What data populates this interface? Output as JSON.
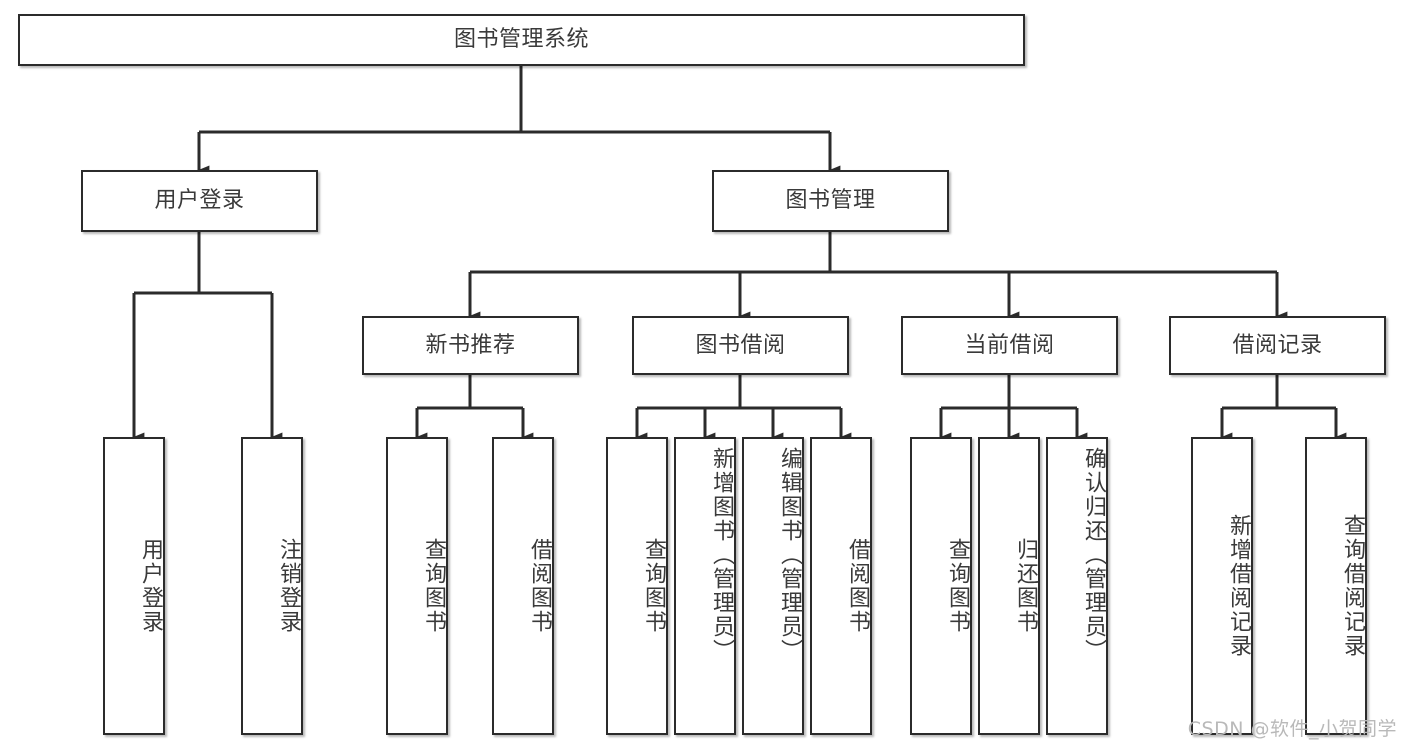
{
  "diagram": {
    "title": "图书管理系统",
    "type": "tree-hierarchy-chart",
    "colors": {
      "node_border": "#2b2b2b",
      "node_fill": "#ffffff",
      "text": "#3a3a3a",
      "edge": "#2b2b2b",
      "watermark": "#b9b9b9"
    },
    "root": {
      "label": "图书管理系统"
    },
    "level2": [
      {
        "label": "用户登录"
      },
      {
        "label": "图书管理"
      }
    ],
    "level3": [
      {
        "label": "新书推荐"
      },
      {
        "label": "图书借阅"
      },
      {
        "label": "当前借阅"
      },
      {
        "label": "借阅记录"
      }
    ],
    "leaves": {
      "user_login": [
        {
          "label": "用户登录"
        },
        {
          "label": "注销登录"
        }
      ],
      "new_book_recommend": [
        {
          "label": "查询图书"
        },
        {
          "label": "借阅图书"
        }
      ],
      "book_borrow": [
        {
          "label": "查询图书"
        },
        {
          "label": "新增图书（管理员）"
        },
        {
          "label": "编辑图书（管理员）"
        },
        {
          "label": "借阅图书"
        }
      ],
      "current_borrow": [
        {
          "label": "查询图书"
        },
        {
          "label": "归还图书"
        },
        {
          "label": "确认归还（管理员）"
        }
      ],
      "borrow_records": [
        {
          "label": "新增借阅记录"
        },
        {
          "label": "查询借阅记录"
        }
      ]
    }
  },
  "watermark": {
    "text": "CSDN @软件_小贺同学"
  }
}
